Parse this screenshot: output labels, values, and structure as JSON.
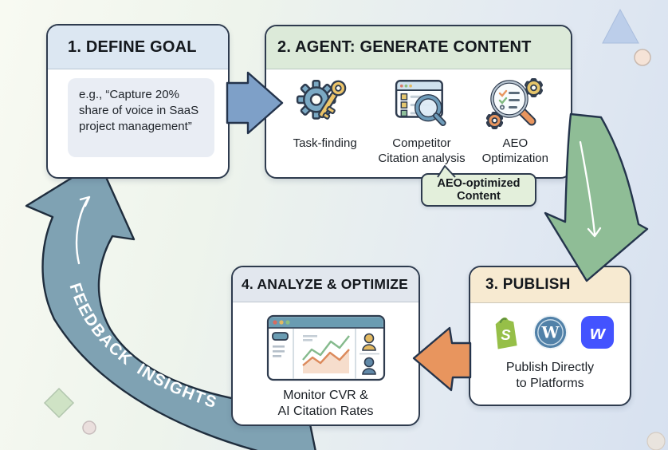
{
  "boxes": {
    "define_goal": {
      "title": "1. DEFINE GOAL",
      "example": "e.g., “Capture 20% share of voice in SaaS project management”"
    },
    "generate_content": {
      "title": "2. AGENT: GENERATE CONTENT",
      "items": [
        {
          "icon": "gear-key-icon",
          "line1": "Task-finding",
          "line2": ""
        },
        {
          "icon": "browser-search-icon",
          "line1": "Competitor",
          "line2": "Citation analysis"
        },
        {
          "icon": "magnifier-gears-icon",
          "line1": "AEO",
          "line2": "Optimization"
        }
      ]
    },
    "publish": {
      "title": "3. PUBLISH",
      "caption_line1": "Publish Directly",
      "caption_line2": "to Platforms",
      "platforms": [
        "shopify",
        "wordpress",
        "webflow"
      ],
      "platform_letters": {
        "shopify": "S",
        "wordpress": "W",
        "webflow": "w"
      }
    },
    "analyze": {
      "title": "4. ANALYZE & OPTIMIZE",
      "caption_line1": "Monitor CVR &",
      "caption_line2": "AI Citation Rates"
    }
  },
  "labels": {
    "aeo_bubble_line1": "AEO-optimized",
    "aeo_bubble_line2": "Content",
    "feedback_arc": "FEEDBACK INSIGHTS"
  },
  "colors": {
    "box_border": "#2e3b4e",
    "header_define": "#dce7f2",
    "header_generate": "#dcead9",
    "header_publish": "#f7ead1",
    "header_analyze": "#e2e7ee",
    "example_bg": "#e9edf4",
    "bubble_bg": "#e3efdb",
    "blue_arrow": "#7ea0c8",
    "green_arrow": "#8fbd96",
    "orange_arrow": "#e8955e",
    "feedback_band": "#7fa2b3",
    "shopify_green": "#96bf48",
    "wordpress_blue": "#5181a8",
    "webflow_blue": "#4353ff"
  }
}
